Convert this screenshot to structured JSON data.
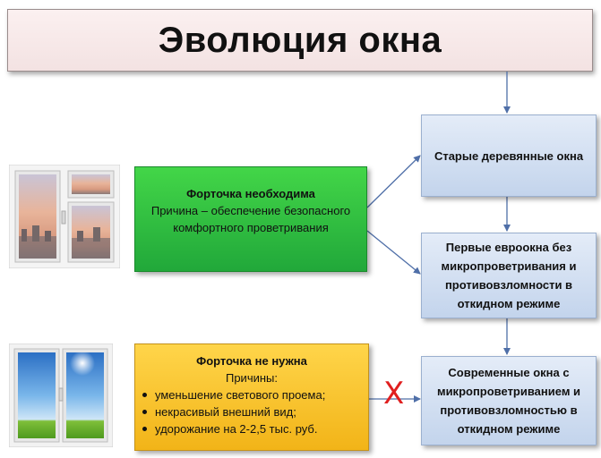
{
  "title": "Эволюция окна",
  "stages": [
    {
      "text": "Старые деревянные окна"
    },
    {
      "text": "Первые евроокна без микропроветривания и противовзломности в откидном режиме"
    },
    {
      "text": "Современные окна с микропроветриванием и противовзломностью в откидном режиме"
    }
  ],
  "fortochka_needed": {
    "heading": "Форточка необходима",
    "reason": "Причина – обеспечение безопасного комфортного проветривания"
  },
  "fortochka_not_needed": {
    "heading": "Форточка не нужна",
    "reasons_label": "Причины:",
    "reasons": [
      "уменьшение светового проема;",
      "некрасивый внешний вид;",
      "удорожание на 2-2,5 тыс. руб."
    ]
  },
  "cross_mark": "X",
  "colors": {
    "title_bg": "#f3e4e4",
    "stage_bg": "#cfdcf0",
    "needed_bg": "#2fbe3f",
    "not_needed_bg": "#f7c22a",
    "cross": "#e01f1f",
    "arrow": "#4f6fa8"
  }
}
